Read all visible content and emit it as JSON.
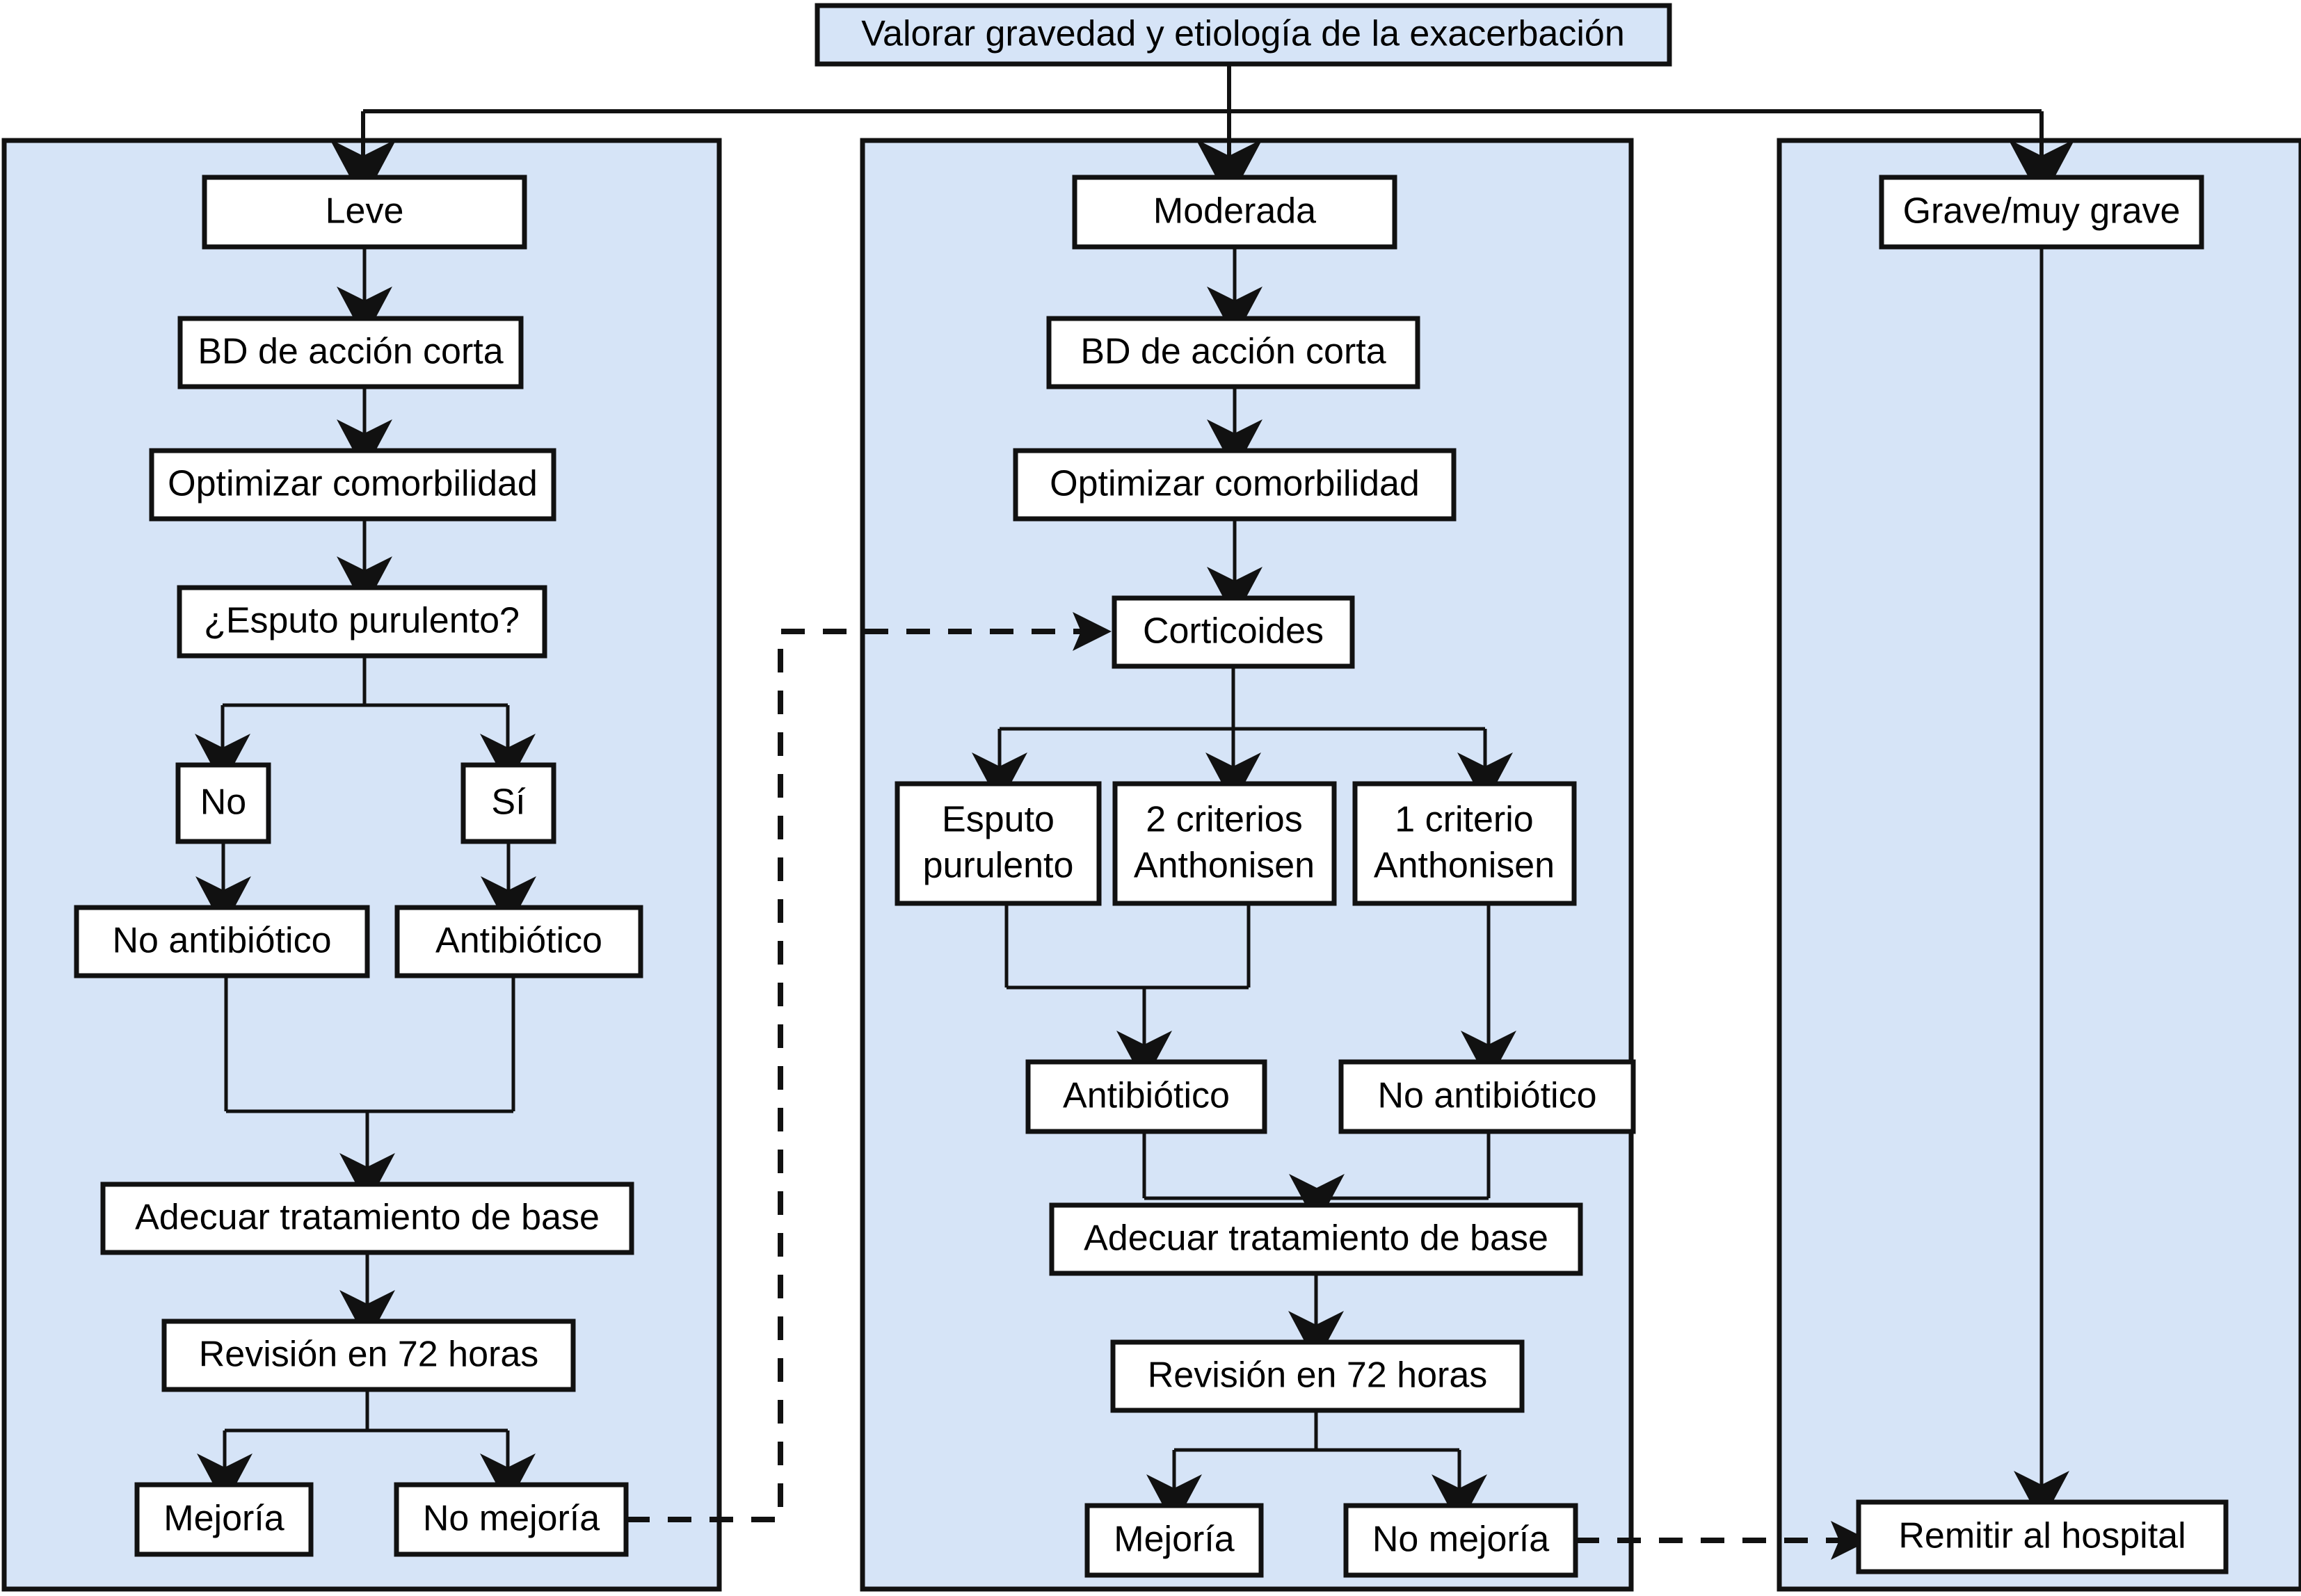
{
  "diagram": {
    "title_box": {
      "label": "Valorar gravedad y etiología de la exacerbación"
    },
    "severity_branches": [
      "Leve",
      "Moderada",
      "Grave/muy grave"
    ],
    "colors": {
      "panel_fill": "#d6e4f7",
      "node_fill": "#ffffff",
      "stroke": "#111111"
    },
    "columns": [
      {
        "id": "leve",
        "header": "Leve",
        "nodes": [
          "Leve",
          "BD de acción corta",
          "Optimizar comorbilidad",
          "¿Esputo purulento?",
          "No",
          "Sí",
          "No antibiótico",
          "Antibiótico",
          "Adecuar tratamiento de base",
          "Revisión en 72 horas",
          "Mejoría",
          "No mejoría"
        ]
      },
      {
        "id": "moderada",
        "header": "Moderada",
        "nodes": [
          "Moderada",
          "BD de acción corta",
          "Optimizar comorbilidad",
          "Corticoides",
          "Esputo purulento",
          "2 criterios Anthonisen",
          "1 criterio Anthonisen",
          "Antibiótico",
          "No antibiótico",
          "Adecuar tratamiento de base",
          "Revisión en 72 horas",
          "Mejoría",
          "No mejoría"
        ]
      },
      {
        "id": "grave",
        "header": "Grave/muy grave",
        "nodes": [
          "Grave/muy grave",
          "Remitir al hospital"
        ]
      }
    ],
    "labels": {
      "root": "Valorar gravedad y etiología de la exacerbación",
      "leve": "Leve",
      "moderada": "Moderada",
      "grave": "Grave/muy grave",
      "bd_l": "BD de acción corta",
      "opt_l": "Optimizar comorbilidad",
      "esputo_q": "¿Esputo purulento?",
      "no": "No",
      "si": "Sí",
      "no_ab_l": "No antibiótico",
      "ab_l": "Antibiótico",
      "adecuar_l": "Adecuar tratamiento de base",
      "revision_l": "Revisión en 72 horas",
      "mejoria_l": "Mejoría",
      "no_mejoria_l": "No mejoría",
      "bd_m": "BD de acción corta",
      "opt_m": "Optimizar comorbilidad",
      "corticoides": "Corticoides",
      "esputo_m1": "Esputo",
      "esputo_m2": "purulento",
      "crit2_1": "2 criterios",
      "crit2_2": "Anthonisen",
      "crit1_1": "1 criterio",
      "crit1_2": "Anthonisen",
      "ab_m": "Antibiótico",
      "no_ab_m": "No antibiótico",
      "adecuar_m": "Adecuar tratamiento de base",
      "revision_m": "Revisión en 72 horas",
      "mejoria_m": "Mejoría",
      "no_mejoria_m": "No mejoría",
      "remitir": "Remitir al hospital"
    }
  }
}
